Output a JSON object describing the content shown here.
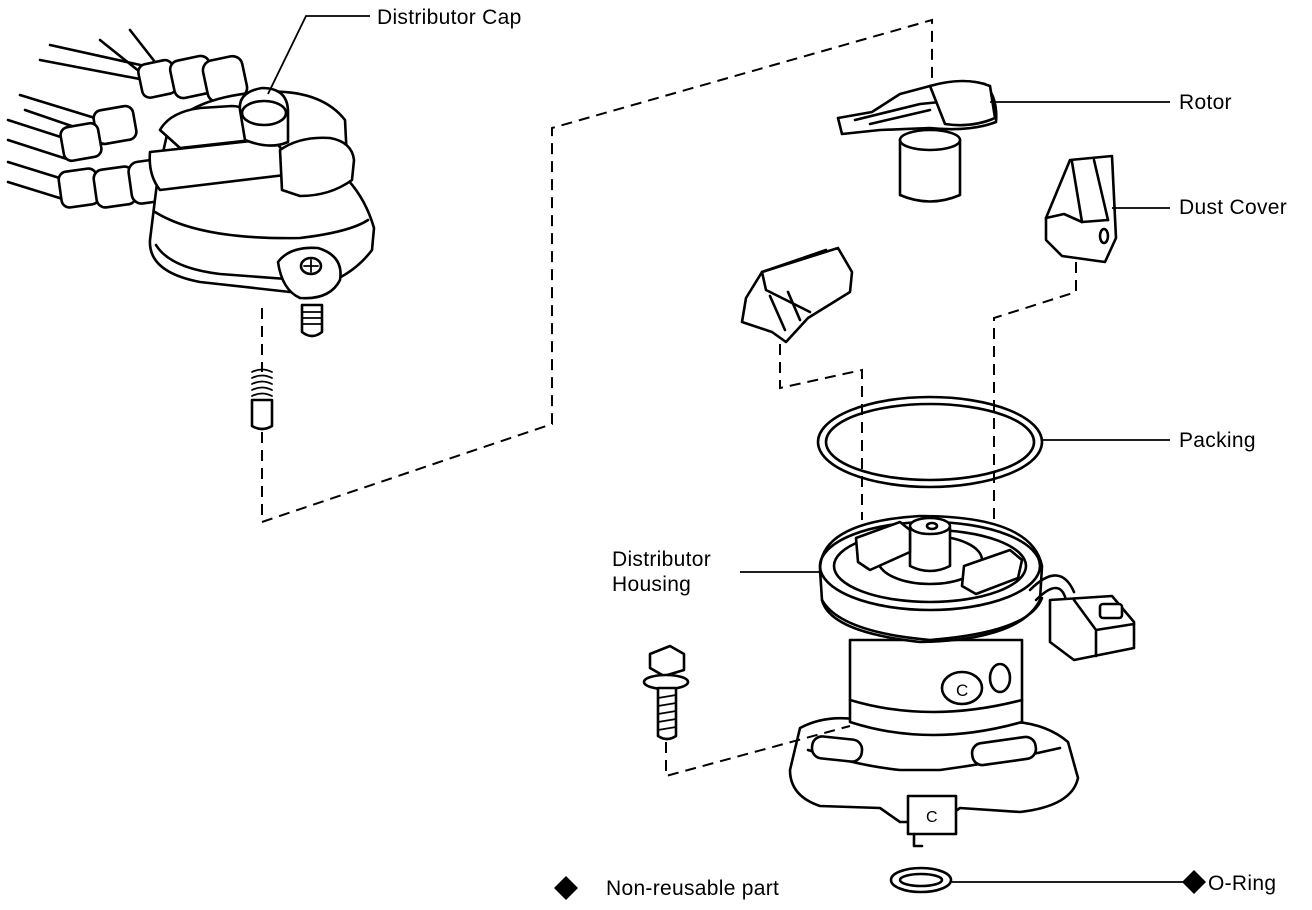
{
  "labels": {
    "distributor_cap": "Distributor Cap",
    "rotor": "Rotor",
    "dust_cover": "Dust Cover",
    "packing": "Packing",
    "distributor_housing_line1": "Distributor",
    "distributor_housing_line2": "Housing",
    "o_ring": "O-Ring",
    "housing_mark_c": "C",
    "shaft_mark_c": "C"
  },
  "legend": {
    "non_reusable_label": "Non-reusable part",
    "symbol": "diamond-icon"
  }
}
